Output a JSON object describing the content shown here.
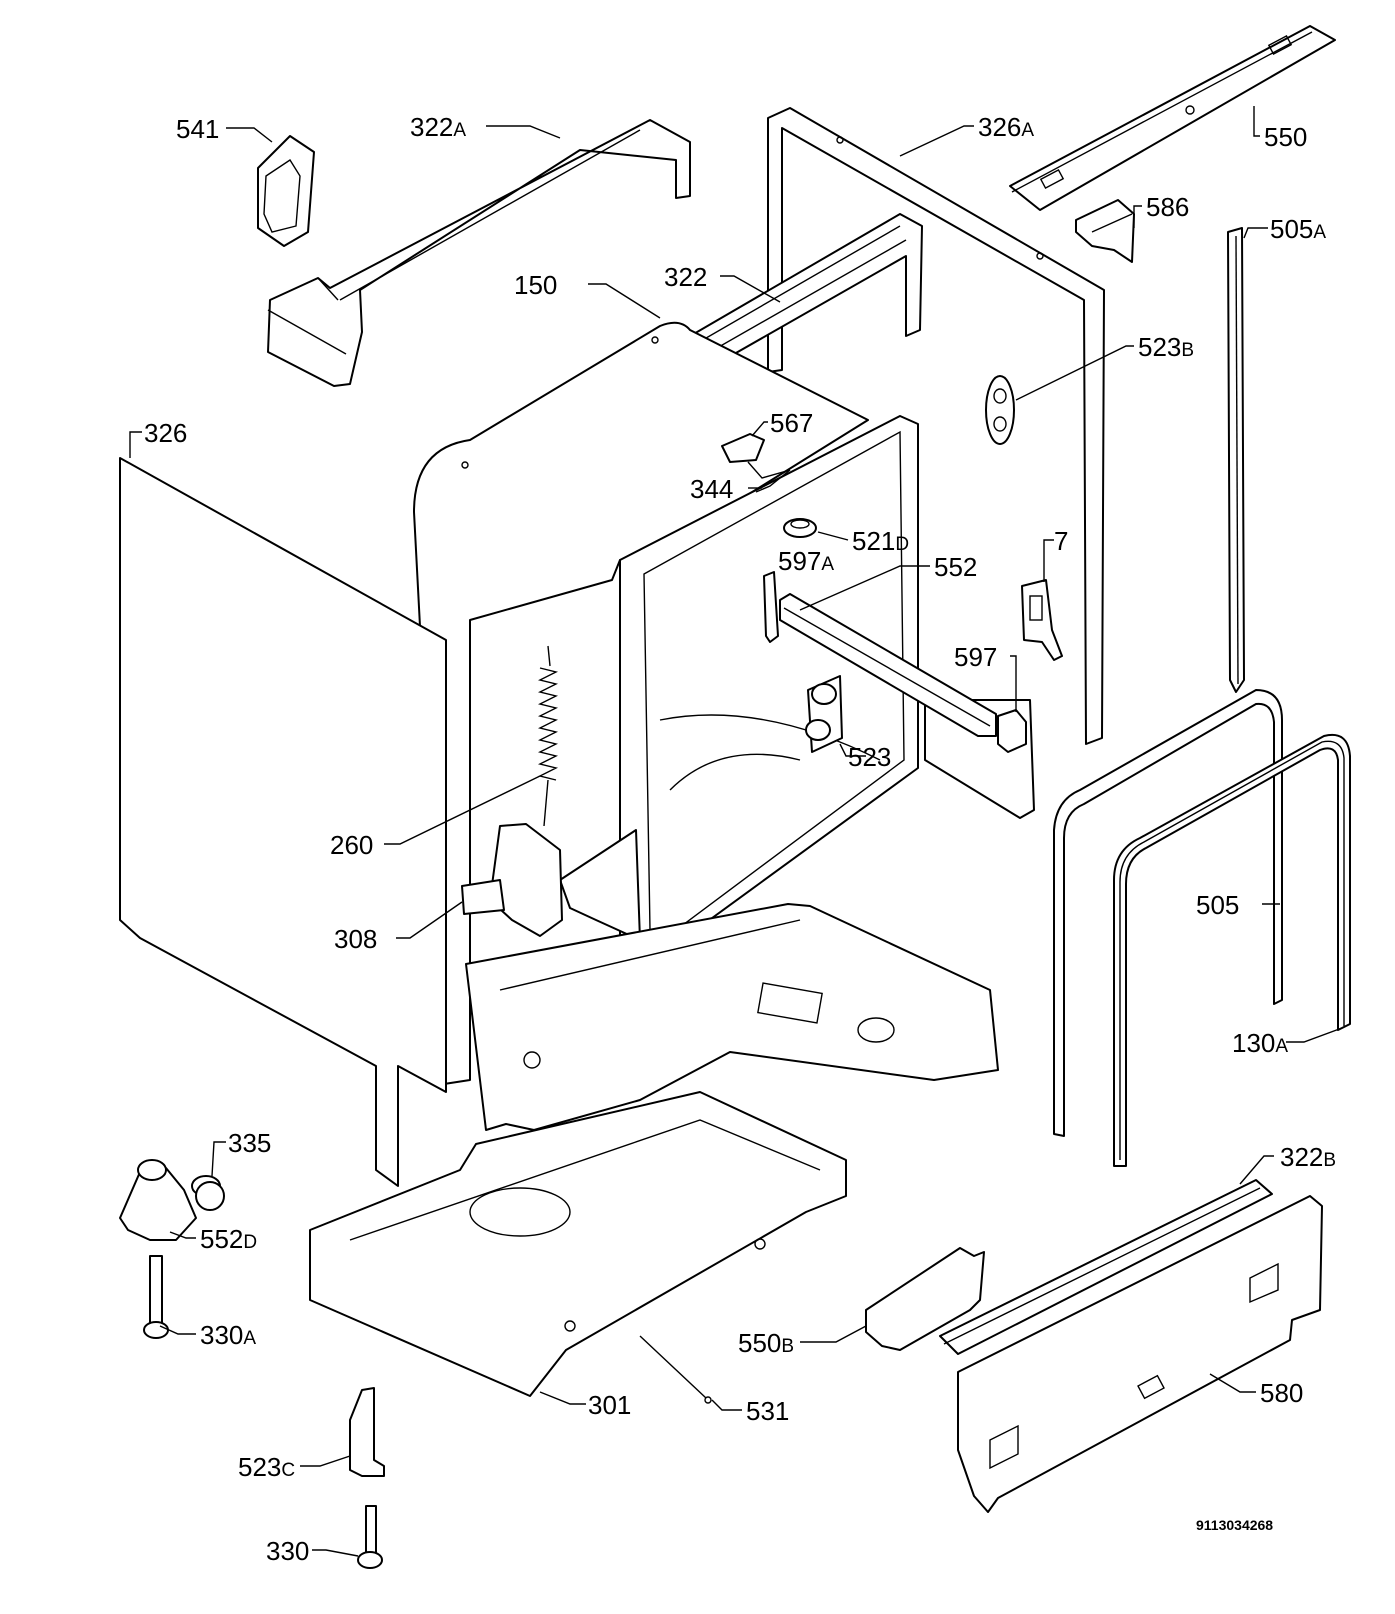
{
  "labels": {
    "l541": {
      "num": "541",
      "sfx": ""
    },
    "l322a": {
      "num": "322",
      "sfx": "A"
    },
    "l326a": {
      "num": "326",
      "sfx": "A"
    },
    "l550": {
      "num": "550",
      "sfx": ""
    },
    "l586": {
      "num": "586",
      "sfx": ""
    },
    "l505a": {
      "num": "505",
      "sfx": "A"
    },
    "l150": {
      "num": "150",
      "sfx": ""
    },
    "l322": {
      "num": "322",
      "sfx": ""
    },
    "l523b": {
      "num": "523",
      "sfx": "B"
    },
    "l326": {
      "num": "326",
      "sfx": ""
    },
    "l567": {
      "num": "567",
      "sfx": ""
    },
    "l344": {
      "num": "344",
      "sfx": ""
    },
    "l521d": {
      "num": "521",
      "sfx": "D"
    },
    "l7": {
      "num": "7",
      "sfx": ""
    },
    "l597a": {
      "num": "597",
      "sfx": "A"
    },
    "l552": {
      "num": "552",
      "sfx": ""
    },
    "l597": {
      "num": "597",
      "sfx": ""
    },
    "l523": {
      "num": "523",
      "sfx": ""
    },
    "l260": {
      "num": "260",
      "sfx": ""
    },
    "l505": {
      "num": "505",
      "sfx": ""
    },
    "l308": {
      "num": "308",
      "sfx": ""
    },
    "l130a": {
      "num": "130",
      "sfx": "A"
    },
    "l335": {
      "num": "335",
      "sfx": ""
    },
    "l322b": {
      "num": "322",
      "sfx": "B"
    },
    "l552d": {
      "num": "552",
      "sfx": "D"
    },
    "l330a": {
      "num": "330",
      "sfx": "A"
    },
    "l550b": {
      "num": "550",
      "sfx": "B"
    },
    "l580": {
      "num": "580",
      "sfx": ""
    },
    "l301": {
      "num": "301",
      "sfx": ""
    },
    "l531": {
      "num": "531",
      "sfx": ""
    },
    "l523c": {
      "num": "523",
      "sfx": "C"
    },
    "l330": {
      "num": "330",
      "sfx": ""
    }
  },
  "drawing_code": "9113034268"
}
